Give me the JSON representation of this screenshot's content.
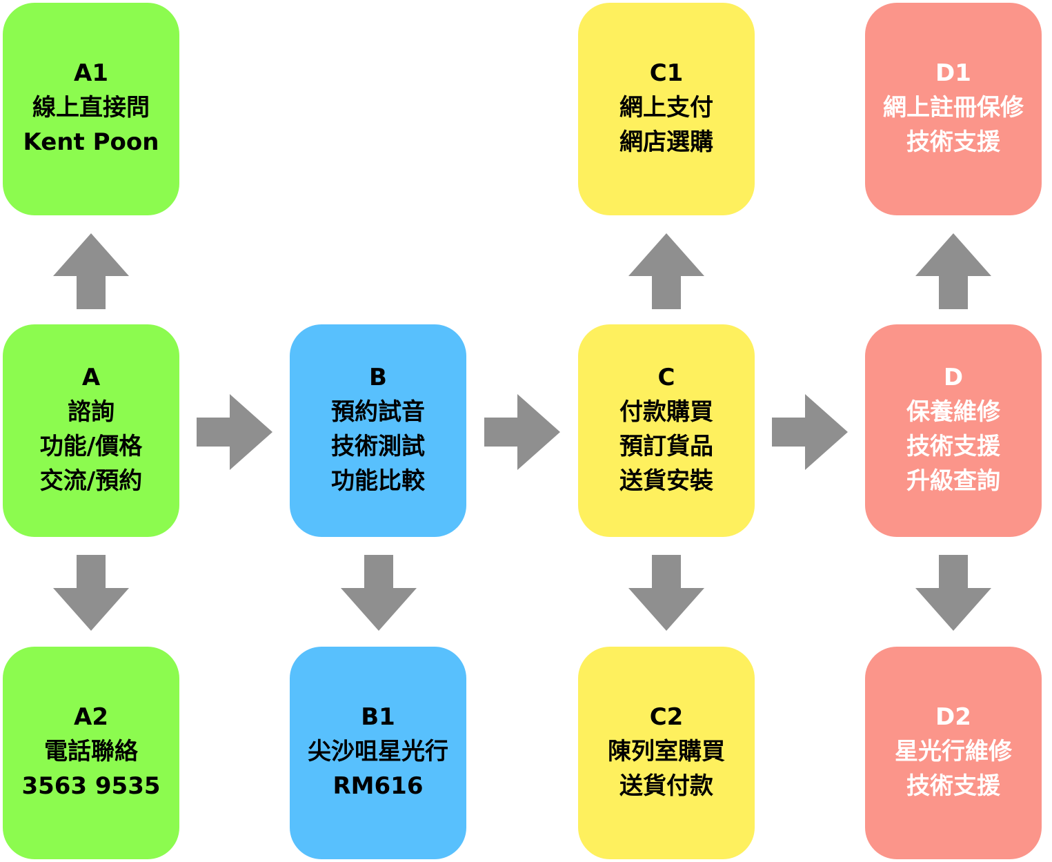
{
  "colors": {
    "green": "#8cfb4f",
    "blue": "#58c0fd",
    "yellow": "#fef05e",
    "red": "#fb958a",
    "arrow": "#8f8f8f"
  },
  "nodes": {
    "A": {
      "lines": [
        "A",
        "諮詢",
        "功能/價格",
        "交流/預約"
      ]
    },
    "A1": {
      "lines": [
        "A1",
        "線上直接問",
        "Kent Poon"
      ]
    },
    "A2": {
      "lines": [
        "A2",
        "電話聯絡",
        "3563 9535"
      ]
    },
    "B": {
      "lines": [
        "B",
        "預約試音",
        "技術測試",
        "功能比較"
      ]
    },
    "B1": {
      "lines": [
        "B1",
        "尖沙咀星光行",
        "RM616"
      ]
    },
    "C": {
      "lines": [
        "C",
        "付款購買",
        "預訂貨品",
        "送貨安裝"
      ]
    },
    "C1": {
      "lines": [
        "C1",
        "網上支付",
        "網店選購"
      ]
    },
    "C2": {
      "lines": [
        "C2",
        "陳列室購買",
        "送貨付款"
      ]
    },
    "D": {
      "lines": [
        "D",
        "保養維修",
        "技術支援",
        "升級查詢"
      ]
    },
    "D1": {
      "lines": [
        "D1",
        "網上註冊保修",
        "技術支援"
      ]
    },
    "D2": {
      "lines": [
        "D2",
        "星光行維修",
        "技術支援"
      ]
    }
  },
  "edges": [
    {
      "from": "A",
      "to": "A1",
      "direction": "up"
    },
    {
      "from": "A",
      "to": "A2",
      "direction": "down"
    },
    {
      "from": "A",
      "to": "B",
      "direction": "right"
    },
    {
      "from": "B",
      "to": "B1",
      "direction": "down"
    },
    {
      "from": "B",
      "to": "C",
      "direction": "right"
    },
    {
      "from": "C",
      "to": "C1",
      "direction": "up"
    },
    {
      "from": "C",
      "to": "C2",
      "direction": "down"
    },
    {
      "from": "C",
      "to": "D",
      "direction": "right"
    },
    {
      "from": "D",
      "to": "D1",
      "direction": "up"
    },
    {
      "from": "D",
      "to": "D2",
      "direction": "down"
    }
  ]
}
